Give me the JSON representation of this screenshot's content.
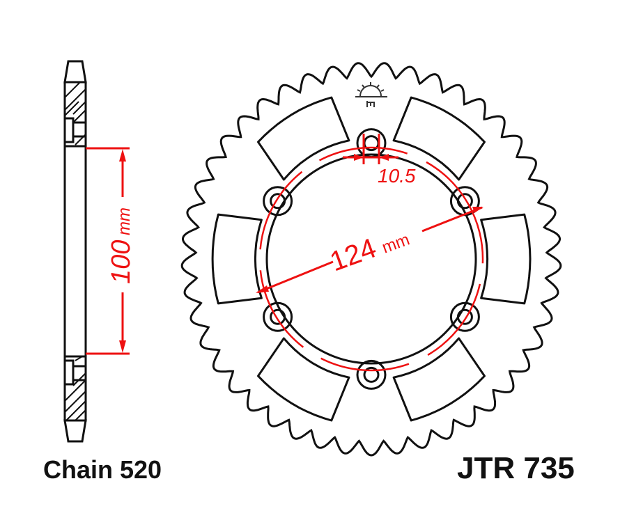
{
  "diagram": {
    "type": "technical-drawing",
    "subject": "rear sprocket",
    "colors": {
      "outline": "#111111",
      "dimension": "#ee1111",
      "background": "#ffffff"
    },
    "labels": {
      "chain": "Chain 520",
      "part_number": "JTR 735"
    },
    "dimensions": {
      "center_bore": {
        "value": "100",
        "unit": "mm"
      },
      "bolt_circle": {
        "value": "124",
        "unit": "mm"
      },
      "bolt_hole": {
        "value": "10.5",
        "unit": ""
      }
    },
    "icons": {
      "brand_logo": "rising-sun-logo"
    }
  }
}
